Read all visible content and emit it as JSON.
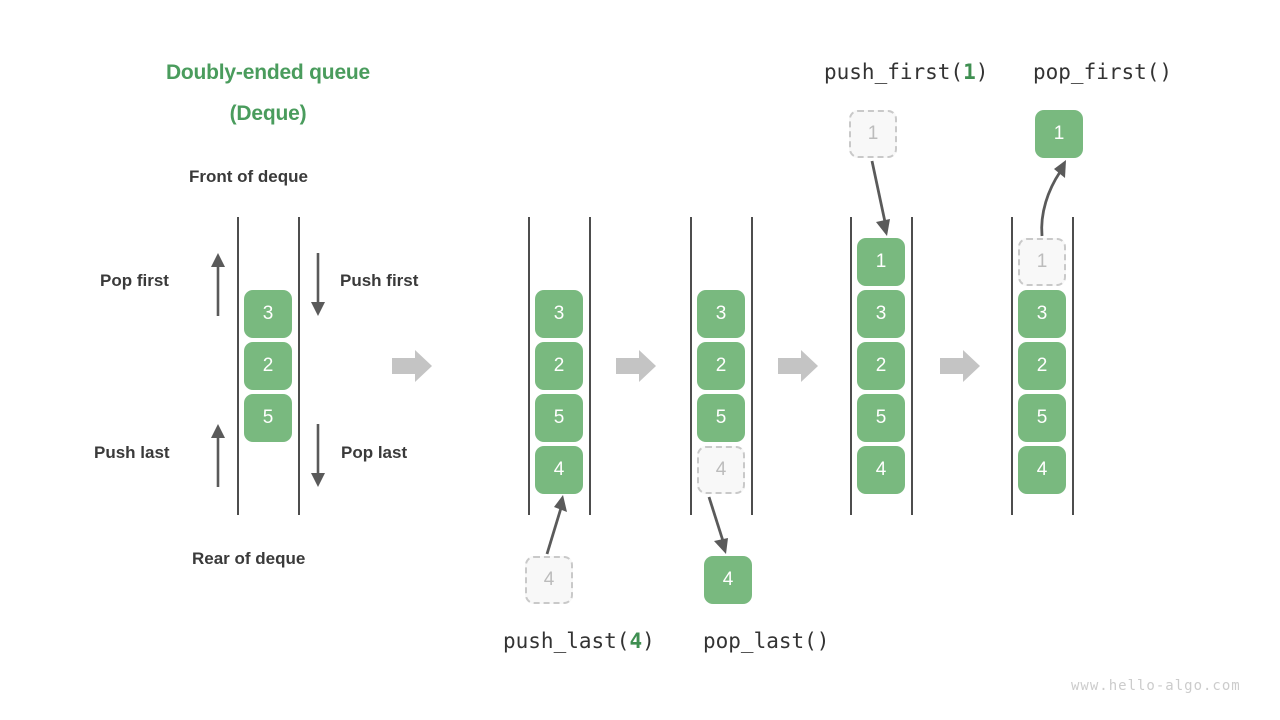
{
  "diagram": {
    "title_line1": "Doubly-ended queue",
    "title_line2": "(Deque)",
    "front_label": "Front of deque",
    "rear_label": "Rear of deque",
    "op_labels": {
      "pop_first": "Pop first",
      "push_first": "Push first",
      "push_last": "Push last",
      "pop_last": "Pop last"
    },
    "colors": {
      "accent_green": "#4a9c5d",
      "cell_green": "#79b97f",
      "ghost_fill": "#f8f8f8",
      "ghost_border": "#c9c9c9",
      "ghost_text": "#bcbcbc",
      "rail": "#4d4d4d",
      "flow_arrow": "#c4c4c4",
      "thin_arrow": "#5a5a5a",
      "label_text": "#3a3a3a",
      "watermark": "#cccccc"
    },
    "watermark": "www.hello-algo.com",
    "captions": {
      "push_last_name": "push_last(",
      "push_last_arg": "4",
      "push_last_close": ")",
      "pop_last": "pop_last()",
      "push_first_name": "push_first(",
      "push_first_arg": "1",
      "push_first_close": ")",
      "pop_first": "pop_first()"
    },
    "stages": [
      {
        "id": "initial",
        "name": "initial-deque",
        "cells": [
          {
            "value": "3",
            "state": "solid"
          },
          {
            "value": "2",
            "state": "solid"
          },
          {
            "value": "5",
            "state": "solid"
          }
        ]
      },
      {
        "id": "after-push-last",
        "name": "deque-after-push-last",
        "cells": [
          {
            "value": "3",
            "state": "solid"
          },
          {
            "value": "2",
            "state": "solid"
          },
          {
            "value": "5",
            "state": "solid"
          },
          {
            "value": "4",
            "state": "solid"
          }
        ],
        "incoming": {
          "value": "4",
          "state": "ghost"
        }
      },
      {
        "id": "after-pop-last",
        "name": "deque-after-pop-last",
        "cells": [
          {
            "value": "3",
            "state": "solid"
          },
          {
            "value": "2",
            "state": "solid"
          },
          {
            "value": "5",
            "state": "solid"
          },
          {
            "value": "4",
            "state": "ghost"
          }
        ],
        "outgoing": {
          "value": "4",
          "state": "solid"
        }
      },
      {
        "id": "after-push-first",
        "name": "deque-after-push-first",
        "cells": [
          {
            "value": "1",
            "state": "solid"
          },
          {
            "value": "3",
            "state": "solid"
          },
          {
            "value": "2",
            "state": "solid"
          },
          {
            "value": "5",
            "state": "solid"
          },
          {
            "value": "4",
            "state": "solid"
          }
        ],
        "incoming": {
          "value": "1",
          "state": "ghost"
        }
      },
      {
        "id": "after-pop-first",
        "name": "deque-after-pop-first",
        "cells": [
          {
            "value": "1",
            "state": "ghost"
          },
          {
            "value": "3",
            "state": "solid"
          },
          {
            "value": "2",
            "state": "solid"
          },
          {
            "value": "5",
            "state": "solid"
          },
          {
            "value": "4",
            "state": "solid"
          }
        ],
        "outgoing": {
          "value": "1",
          "state": "solid"
        }
      }
    ]
  }
}
